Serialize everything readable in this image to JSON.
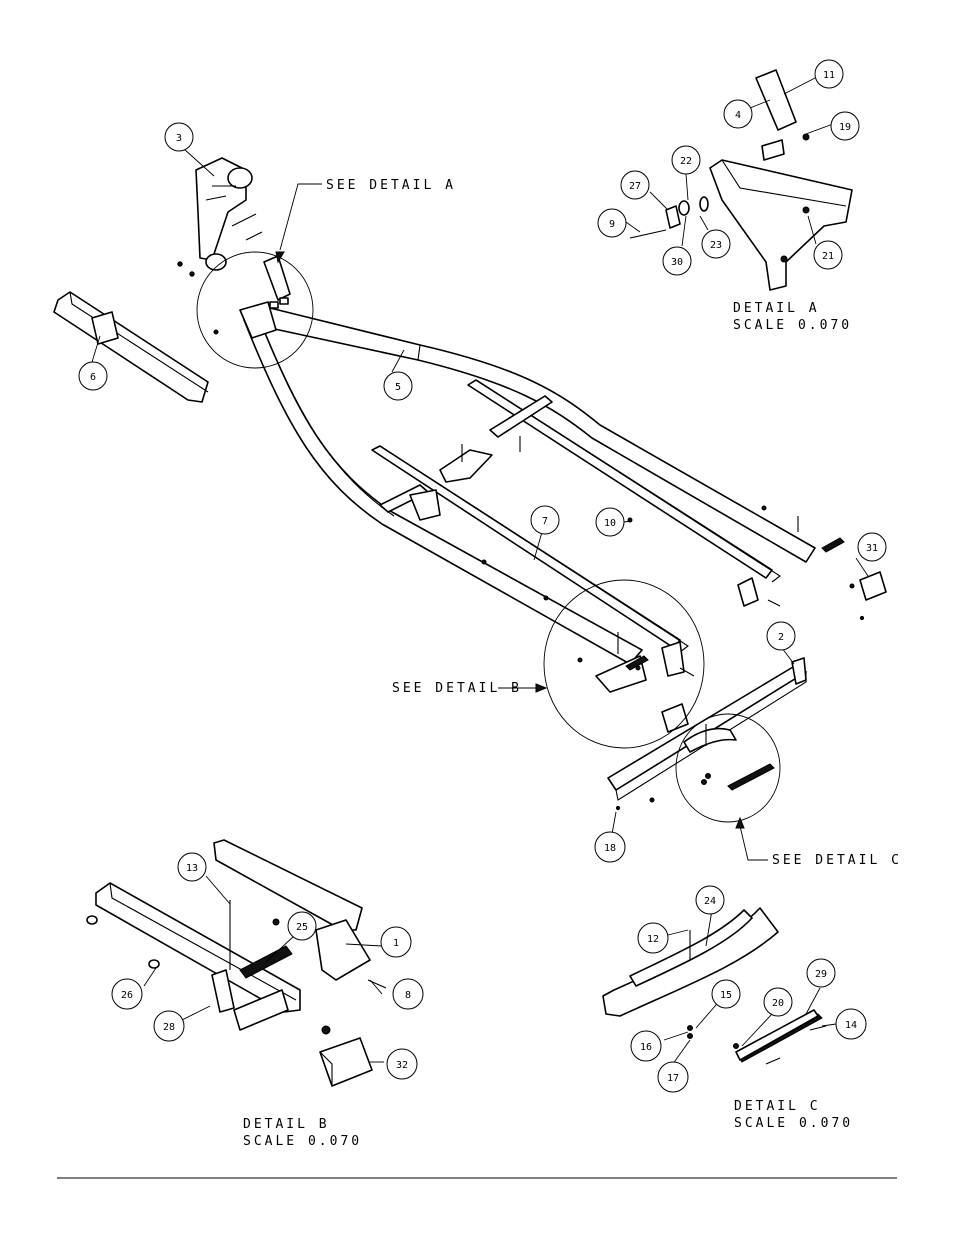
{
  "callouts": [
    {
      "id": "c1",
      "num": "1"
    },
    {
      "id": "c2",
      "num": "2"
    },
    {
      "id": "c3",
      "num": "3"
    },
    {
      "id": "c4",
      "num": "4"
    },
    {
      "id": "c5",
      "num": "5"
    },
    {
      "id": "c6",
      "num": "6"
    },
    {
      "id": "c7",
      "num": "7"
    },
    {
      "id": "c8",
      "num": "8"
    },
    {
      "id": "c9",
      "num": "9"
    },
    {
      "id": "c10",
      "num": "10"
    },
    {
      "id": "c11",
      "num": "11"
    },
    {
      "id": "c12",
      "num": "12"
    },
    {
      "id": "c13",
      "num": "13"
    },
    {
      "id": "c14",
      "num": "14"
    },
    {
      "id": "c15",
      "num": "15"
    },
    {
      "id": "c16",
      "num": "16"
    },
    {
      "id": "c17",
      "num": "17"
    },
    {
      "id": "c18",
      "num": "18"
    },
    {
      "id": "c19",
      "num": "19"
    },
    {
      "id": "c20",
      "num": "20"
    },
    {
      "id": "c21",
      "num": "21"
    },
    {
      "id": "c22",
      "num": "22"
    },
    {
      "id": "c23",
      "num": "23"
    },
    {
      "id": "c24",
      "num": "24"
    },
    {
      "id": "c25",
      "num": "25"
    },
    {
      "id": "c26",
      "num": "26"
    },
    {
      "id": "c27",
      "num": "27"
    },
    {
      "id": "c28",
      "num": "28"
    },
    {
      "id": "c29",
      "num": "29"
    },
    {
      "id": "c30",
      "num": "30"
    },
    {
      "id": "c31",
      "num": "31"
    },
    {
      "id": "c32",
      "num": "32"
    }
  ],
  "labels": {
    "see_detail_a": "SEE DETAIL  A",
    "see_detail_b": "SEE DETAIL  B",
    "see_detail_c": "SEE DETAIL  C",
    "detail_a_title": "DETAIL  A",
    "detail_a_scale": "SCALE  0.070",
    "detail_b_title": "DETAIL  B",
    "detail_b_scale": "SCALE  0.070",
    "detail_c_title": "DETAIL  C",
    "detail_c_scale": "SCALE  0.070"
  }
}
